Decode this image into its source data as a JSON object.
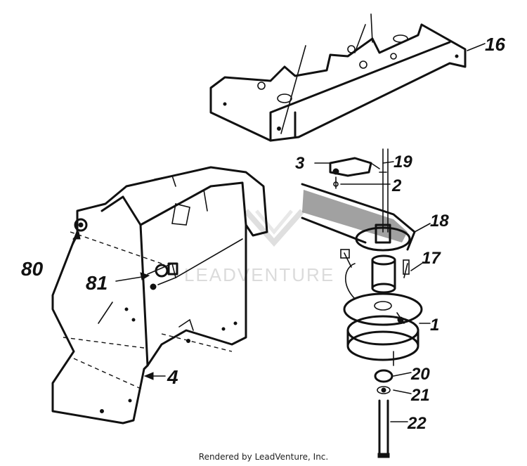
{
  "watermark": "LEADVENTURE",
  "footer_text": "Rendered by LeadVenture, Inc.",
  "part_labels": {
    "p16": "16",
    "p3": "3",
    "p19": "19",
    "p2": "2",
    "p18": "18",
    "p17": "17",
    "p1": "1",
    "p80": "80",
    "p81": "81",
    "p4": "4",
    "p20": "20",
    "p21": "21",
    "p22": "22"
  }
}
